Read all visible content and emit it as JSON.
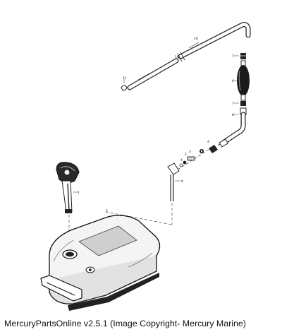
{
  "caption": {
    "site": "MercuryPartsOnline v2.5.1",
    "copyright": "(Image Copyright- Mercury Marine)"
  },
  "callouts": {
    "hose_long": "16",
    "hose_short": "10",
    "clip_left": "11",
    "clamp_upper": "7",
    "primer_bulb": "6",
    "clamp_lower": "7",
    "fitting": "8",
    "gauge": "1",
    "tank": "5",
    "pickup": "9",
    "screw_a": "2",
    "screw_b": "3",
    "screw_c": "4",
    "connector": "4"
  }
}
